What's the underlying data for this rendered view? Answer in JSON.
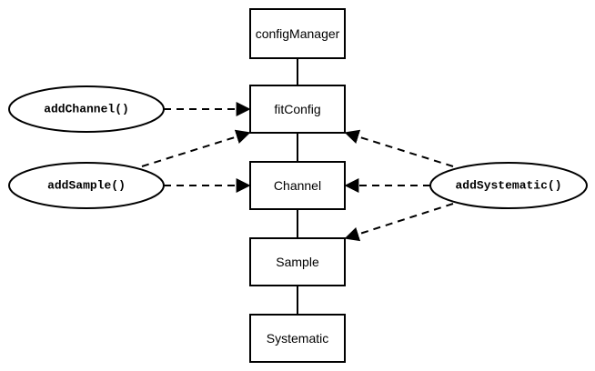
{
  "diagram": {
    "classes": {
      "config_manager": "configManager",
      "fit_config": "fitConfig",
      "channel": "Channel",
      "sample": "Sample",
      "systematic": "Systematic"
    },
    "functions": {
      "add_channel": "addChannel()",
      "add_sample": "addSample()",
      "add_systematic": "addSystematic()"
    },
    "stroke_color": "#000000",
    "fill_color": "#ffffff"
  }
}
